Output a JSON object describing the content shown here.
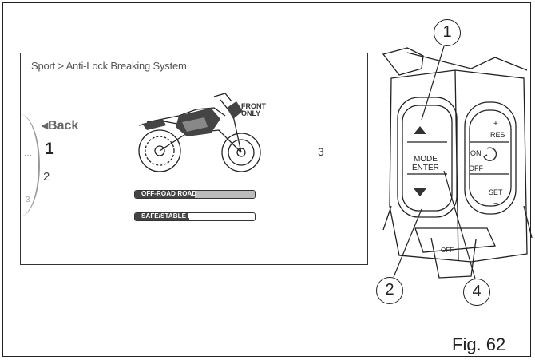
{
  "screen": {
    "breadcrumb": "Sport > Anti-Lock Breaking System",
    "menu_back": "Back",
    "menu_item_1": "1",
    "menu_item_2": "2",
    "menu_item_3": "3",
    "menu_item_3_right": "3",
    "front_only_line1": "FRONT",
    "front_only_line2": "ONLY",
    "bar_offroad_label": "OFF-ROAD ROAD",
    "bar_offroad_level": 0.5,
    "bar_safe_label": "SAFE/STABLE PERFORMANCE",
    "bar_safe_level": 0.45
  },
  "switch": {
    "mode_line1": "MODE",
    "mode_line2": "ENTER",
    "on_label": "ON",
    "off_label": "OFF",
    "res_label": "RES",
    "set_label": "SET",
    "plus_label": "+",
    "minus_label": "−",
    "off_bottom": "OFF"
  },
  "callouts": {
    "one": "1",
    "two": "2",
    "four": "4"
  },
  "figure_label": "Fig. 62"
}
